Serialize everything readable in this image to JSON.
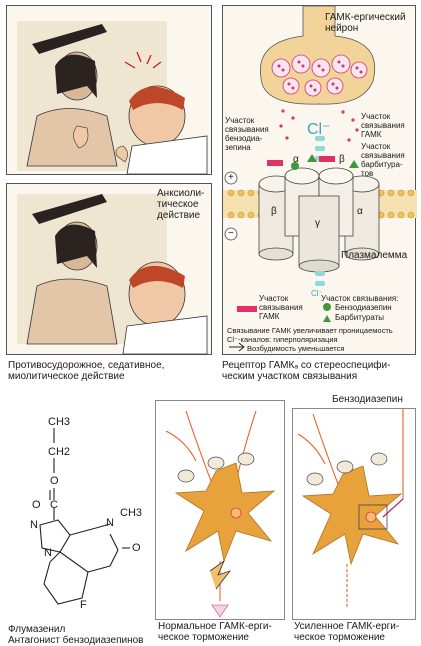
{
  "panel_top_left": {
    "label_anxiolytic": "Анксиоли-\nтическое\nдействие",
    "caption": "Противосудорожное, седативное,\nмиолитическое действие"
  },
  "panel_receptor": {
    "neuron_label": "ГАМК-ергический\nнейрон",
    "chloride_ion": "Cl⁻",
    "chloride_small": "Cl⁻",
    "site_benzo": "Участок\nсвязывания\nбензодиа-\nзепина",
    "site_gaba": "Участок\nсвязывания\nГАМК",
    "site_barb": "Участок\nсвязывания\nбарбитура-\nтов",
    "subunit_beta_left": "β",
    "subunit_alpha_left": "α",
    "subunit_gamma": "γ",
    "subunit_beta_right": "β",
    "subunit_alpha_right": "α",
    "plus_sign": "+",
    "minus_sign": "−",
    "membrane_label": "Плазмалемма",
    "legend_gaba": "Участок\nсвязывания\nГАМК",
    "legend_title": "Участок связывания:",
    "legend_benzo": "Бензодиазепин",
    "legend_barb": "Барбитураты",
    "note_line1": "Связывание ГАМК увеличивает проницаемость",
    "note_line2": "Cl⁻-каналов: гиперполяризация",
    "note_line3": "Возбудимость уменьшается",
    "caption": "Рецептор ГАМКₐ со стереоспецифи-\nческим участком связывания"
  },
  "molecule": {
    "atoms": [
      "CH3",
      "CH2",
      "O",
      "C",
      "O",
      "N",
      "CH3",
      "N",
      "N",
      "O",
      "F"
    ],
    "caption": "Флумазенил\nАнтагонист бензодиазепинов"
  },
  "neuron_normal": {
    "caption": "Нормальное ГАМК-ерги-\nческое торможение"
  },
  "neuron_enhanced": {
    "top_label": "Бензодиазепин",
    "caption": "Усиленное ГАМК-ерги-\nческое торможение"
  },
  "colors": {
    "cell": "#e8a23c",
    "pink": "#e0306a",
    "green": "#3c9a3c",
    "cyan": "#8fd8dc",
    "membrane": "#f2c25a"
  }
}
